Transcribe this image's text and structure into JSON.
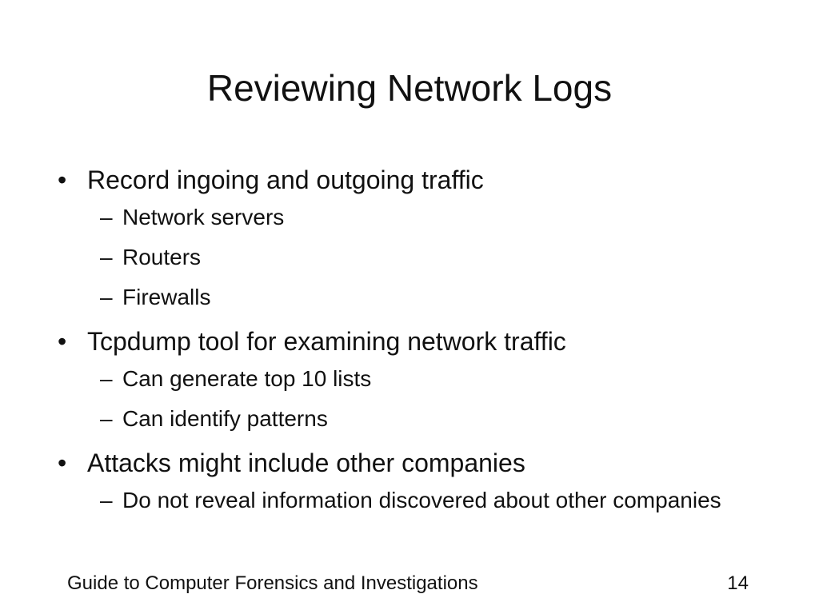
{
  "slide": {
    "title": "Reviewing Network Logs",
    "bullet_marker": "•",
    "sub_marker": "–",
    "bullets": [
      {
        "text": "Record ingoing and outgoing traffic",
        "subs": [
          "Network servers",
          "Routers",
          "Firewalls"
        ]
      },
      {
        "text": "Tcpdump tool for examining network traffic",
        "subs": [
          "Can generate top 10 lists",
          "Can identify patterns"
        ]
      },
      {
        "text": "Attacks might include other companies",
        "subs": [
          "Do not reveal information discovered about other companies"
        ]
      }
    ],
    "footer": {
      "left": "Guide to Computer Forensics and Investigations",
      "page_number": "14"
    }
  }
}
